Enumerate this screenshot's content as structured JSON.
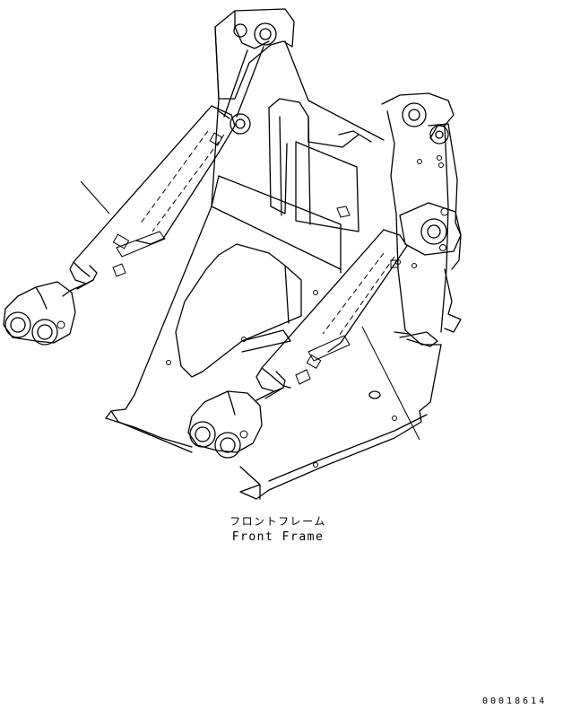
{
  "caption": {
    "japanese": "フロントフレーム",
    "english": "Front Frame"
  },
  "drawing_number": "00018614",
  "icons": {
    "frame": "front-frame-illustration",
    "cylinder": "hydraulic-cylinder-illustration"
  }
}
